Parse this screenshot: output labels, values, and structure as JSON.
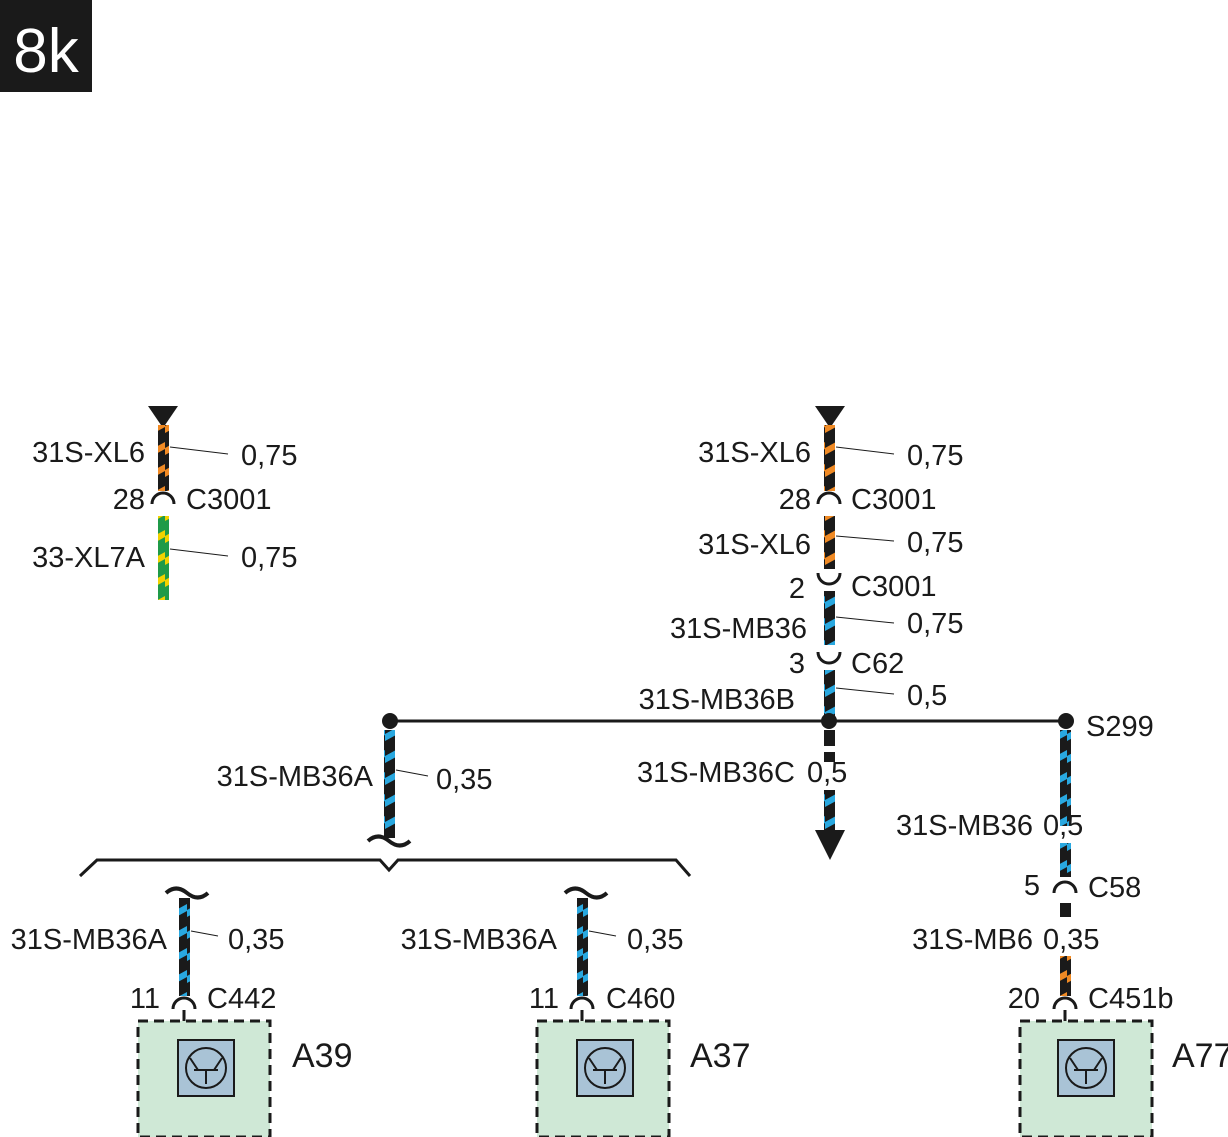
{
  "page_badge": "8k",
  "colors": {
    "black": "#1a1a1a",
    "orange": "#f08a24",
    "blue": "#29a8e0",
    "green": "#1f9a48",
    "yellow": "#f2d200",
    "module_fill": "#cfe8d6",
    "device_fill": "#a9c3d6"
  },
  "left_branch": {
    "top_wire": {
      "name": "31S-XL6",
      "size": "0,75"
    },
    "connector": {
      "pin": "28",
      "name": "C3001"
    },
    "bottom_wire": {
      "name": "33-XL7A",
      "size": "0,75"
    }
  },
  "center_branch": {
    "wire1": {
      "name": "31S-XL6",
      "size": "0,75"
    },
    "connector1": {
      "pin": "28",
      "name": "C3001"
    },
    "wire2": {
      "name": "31S-XL6",
      "size": "0,75"
    },
    "connector2": {
      "pin": "2",
      "name": "C3001"
    },
    "wire3": {
      "name": "31S-MB36",
      "size": "0,75"
    },
    "connector3": {
      "pin": "3",
      "name": "C62"
    },
    "wire4": {
      "name": "31S-MB36B",
      "size": "0,5"
    },
    "wire5": {
      "name": "31S-MB36C",
      "size": "0,5"
    }
  },
  "left_split": {
    "wire": {
      "name": "31S-MB36A",
      "size": "0,35"
    }
  },
  "splice": {
    "name": "S299"
  },
  "right_branch": {
    "wire1": {
      "name": "31S-MB36",
      "size": "0,5"
    },
    "connector1": {
      "pin": "5",
      "name": "C58"
    },
    "wire2": {
      "name": "31S-MB6",
      "size": "0,35"
    },
    "connector2": {
      "pin": "20",
      "name": "C451b"
    }
  },
  "modules": [
    {
      "name": "A39",
      "wire_name": "31S-MB36A",
      "wire_size": "0,35",
      "pin": "11",
      "connector": "C442"
    },
    {
      "name": "A37",
      "wire_name": "31S-MB36A",
      "wire_size": "0,35",
      "pin": "11",
      "connector": "C460"
    },
    {
      "name": "A77"
    }
  ]
}
